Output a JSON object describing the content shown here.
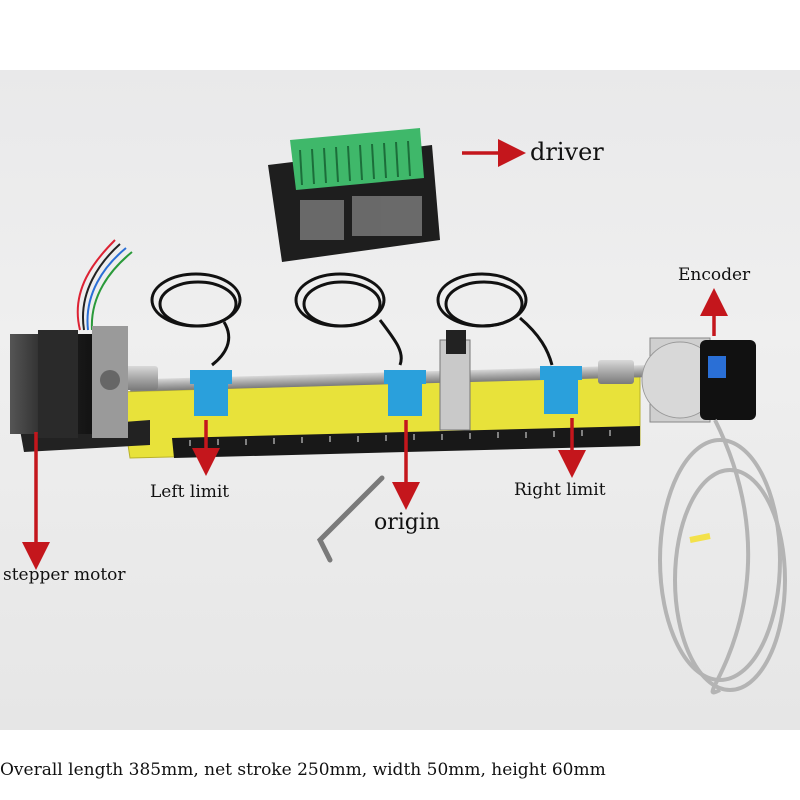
{
  "labels": {
    "driver": "driver",
    "encoder": "Encoder",
    "left_limit": "Left limit",
    "origin": "origin",
    "right_limit": "Right limit",
    "stepper_motor": "stepper motor"
  },
  "caption": "Overall length 385mm, net stroke 250mm, width 50mm, height 60mm",
  "colors": {
    "arrow": "#c4161c",
    "base_plate": "#e8e23a",
    "terminal_block": "#3fb86a",
    "sensor_blue": "#2aa0dc"
  }
}
